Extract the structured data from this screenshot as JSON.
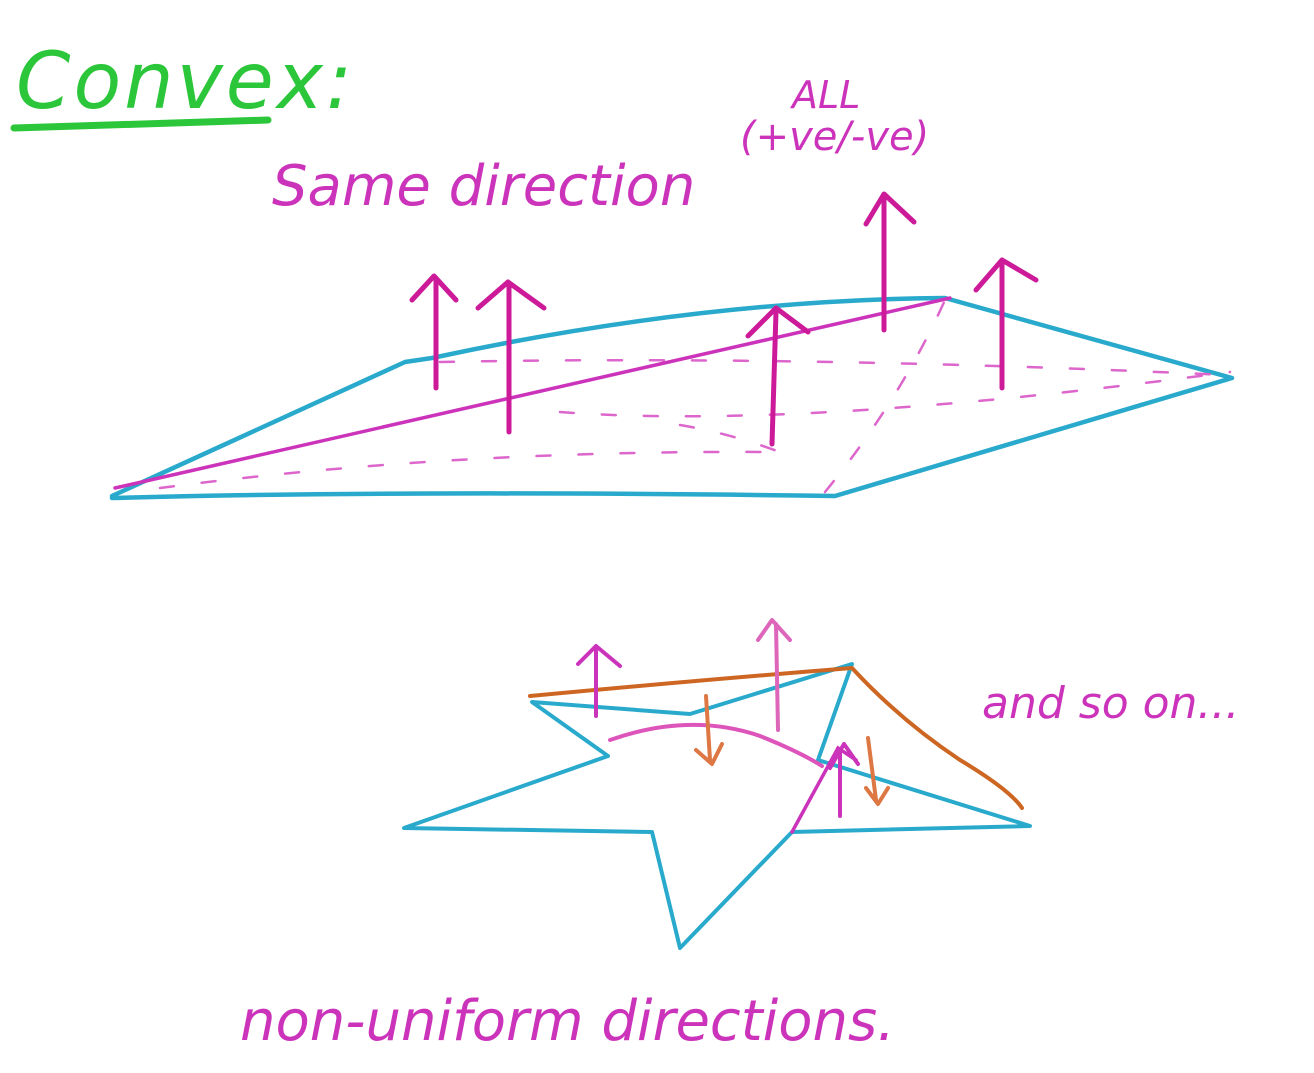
{
  "title": "Convex:",
  "convex_surface": {
    "label_all": "ALL",
    "label_sign": "(+ve/-ve)",
    "label_direction": "Same direction"
  },
  "non_convex_surface": {
    "label_more": "and so on...",
    "label_direction": "non-uniform directions."
  },
  "colors": {
    "title": "#2bc63a",
    "label": "#cc33bb",
    "surface_edge": "#29aacc",
    "normal_arrow": "#cc1a99",
    "normal_arrow_light": "#dd66bb",
    "normal_arrow_orange": "#dd7744",
    "fold_edge_orange": "#cc6622"
  }
}
